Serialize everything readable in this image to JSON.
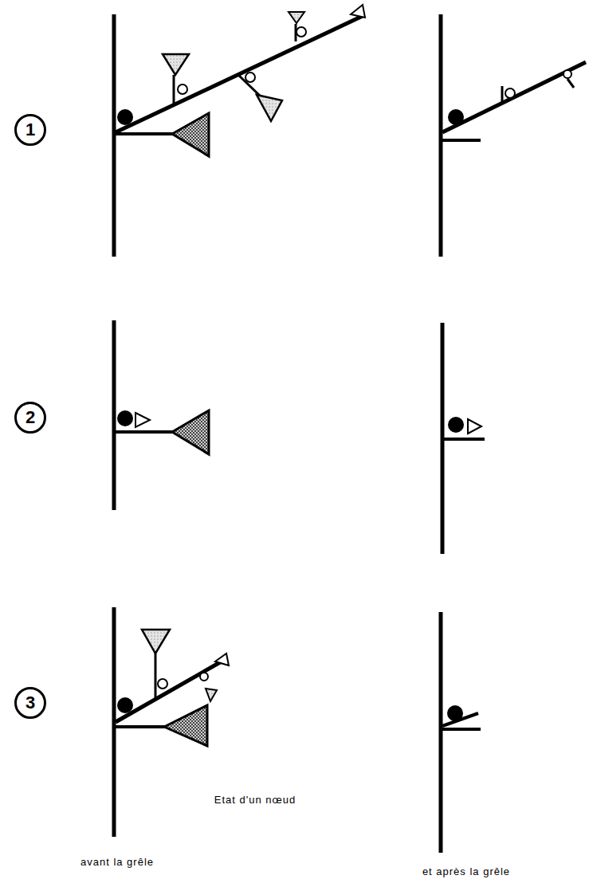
{
  "diagram": {
    "nodes": [
      {
        "text": [
          "1"
        ]
      },
      {
        "text": [
          "2"
        ]
      },
      {
        "text": [
          "3"
        ]
      }
    ],
    "labels": [
      "Etat d'un nœud",
      "avant la grêle",
      "et après la grêle"
    ]
  }
}
